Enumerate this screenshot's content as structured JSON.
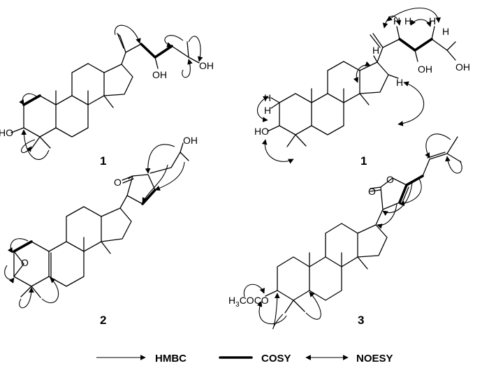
{
  "compounds": [
    {
      "id": "1a",
      "label": "1"
    },
    {
      "id": "1b",
      "label": "1"
    },
    {
      "id": "2",
      "label": "2"
    },
    {
      "id": "3",
      "label": "3"
    }
  ],
  "atoms": {
    "oh": "OH",
    "ho": "HO",
    "o": "O",
    "h": "H",
    "acetyl_prefix": "H",
    "acetyl_sub": "3",
    "acetyl_suffix": "COCO"
  },
  "legend": {
    "hmbc": "HMBC",
    "cosy": "COSY",
    "noesy": "NOESY"
  },
  "colors": {
    "ink": "#000000",
    "background": "#ffffff"
  }
}
